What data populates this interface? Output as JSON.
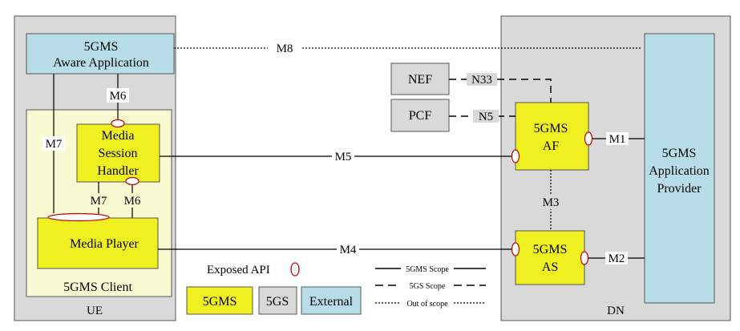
{
  "colors": {
    "ue_fill": "#d9d9d9",
    "client_fill": "#fafad2",
    "aware_fill": "#b7dde8",
    "gms_fill": "#f0f020",
    "gs_fill": "#d9d9d9",
    "external_fill": "#b7dde8",
    "api_stroke": "#c00000"
  },
  "containers": {
    "ue": "UE",
    "client": "5GMS Client",
    "dn": "DN"
  },
  "nodes": {
    "aware_app": [
      "5GMS",
      "Aware Application"
    ],
    "msh": [
      "Media",
      "Session",
      "Handler"
    ],
    "media_player": "Media Player",
    "nef": "NEF",
    "pcf": "PCF",
    "af": [
      "5GMS",
      "AF"
    ],
    "as": [
      "5GMS",
      "AS"
    ],
    "provider": [
      "5GMS",
      "Application",
      "Provider"
    ]
  },
  "interfaces": {
    "m8": "M8",
    "m6_top": "M6",
    "m7_left": "M7",
    "m7_bottom": "M7",
    "m6_bottom": "M6",
    "m5": "M5",
    "m4": "M4",
    "n33": "N33",
    "n5": "N5",
    "m1": "M1",
    "m3": "M3",
    "m2": "M2"
  },
  "legend": {
    "exposed_api": "Exposed API",
    "gms": "5GMS",
    "gs": "5GS",
    "external": "External",
    "scope_5gms": "5GMS Scope",
    "scope_5gs": "5GS Scope",
    "out_of_scope": "Out of scope"
  }
}
